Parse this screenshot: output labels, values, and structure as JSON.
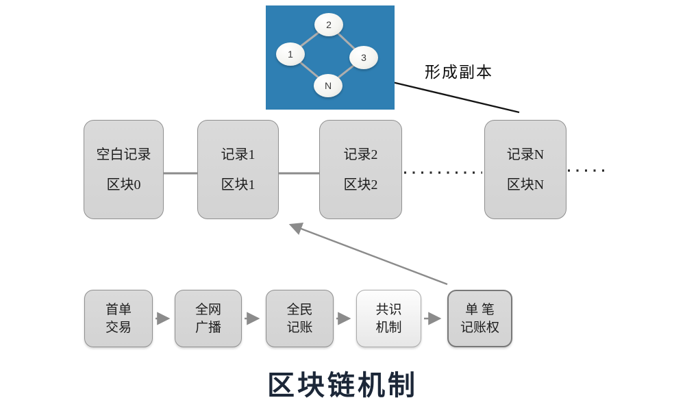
{
  "title": "区块链机制",
  "colors": {
    "network_panel": "#2f7fb3",
    "box_fill": "#d3d3d3",
    "box_border": "#8f8f8f",
    "title_color": "#1c2738",
    "connector_gray": "#8b8b8b",
    "line_black": "#151515"
  },
  "network": {
    "annotation": "形成副本",
    "nodes": [
      {
        "label": "2"
      },
      {
        "label": "1"
      },
      {
        "label": "3"
      },
      {
        "label": "N"
      }
    ]
  },
  "chain": {
    "blocks": [
      {
        "line1": "空白记录",
        "line2": "区块0"
      },
      {
        "line1": "记录1",
        "line2": "区块1"
      },
      {
        "line1": "记录2",
        "line2": "区块2"
      },
      {
        "line1": "记录N",
        "line2": "区块N"
      }
    ]
  },
  "process": {
    "steps": [
      {
        "line1": "首单",
        "line2": "交易"
      },
      {
        "line1": "全网",
        "line2": "广播"
      },
      {
        "line1": "全民",
        "line2": "记账"
      },
      {
        "line1": "共识",
        "line2": "机制"
      },
      {
        "line1": "单  笔",
        "line2": "记账权"
      }
    ]
  }
}
